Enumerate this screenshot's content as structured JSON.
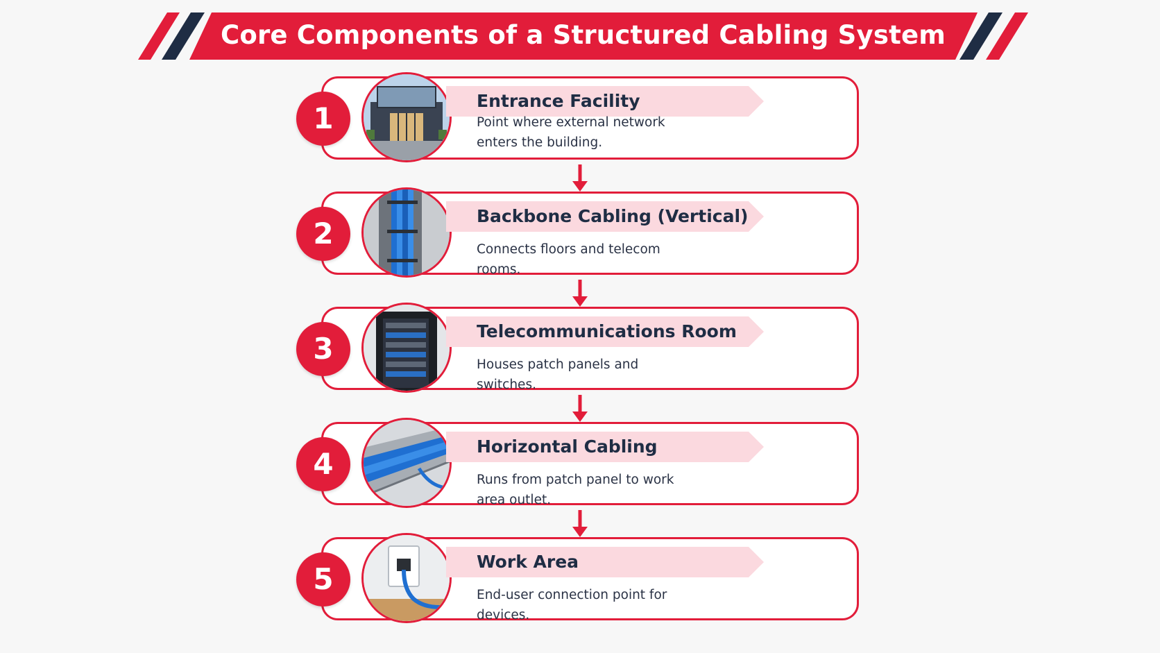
{
  "header": {
    "title": "Core Components of a Structured Cabling System"
  },
  "colors": {
    "accent_red": "#e21d3a",
    "stripe_navy": "#1f2d44",
    "ribbon_pink": "#fbd9df"
  },
  "steps": [
    {
      "number": "1",
      "title": "Entrance Facility",
      "description": "Point where external network enters the building.",
      "image": "building-entrance-photo"
    },
    {
      "number": "2",
      "title": "Backbone Cabling (Vertical)",
      "description": "Connects floors and telecom rooms.",
      "image": "vertical-cable-bundle-photo"
    },
    {
      "number": "3",
      "title": "Telecommunications Room",
      "description": "Houses patch panels and switches.",
      "image": "server-rack-photo"
    },
    {
      "number": "4",
      "title": "Horizontal Cabling",
      "description": "Runs from patch panel to work area outlet.",
      "image": "cable-tray-photo"
    },
    {
      "number": "5",
      "title": "Work Area",
      "description": "End-user connection point for devices.",
      "image": "wall-outlet-photo"
    }
  ]
}
